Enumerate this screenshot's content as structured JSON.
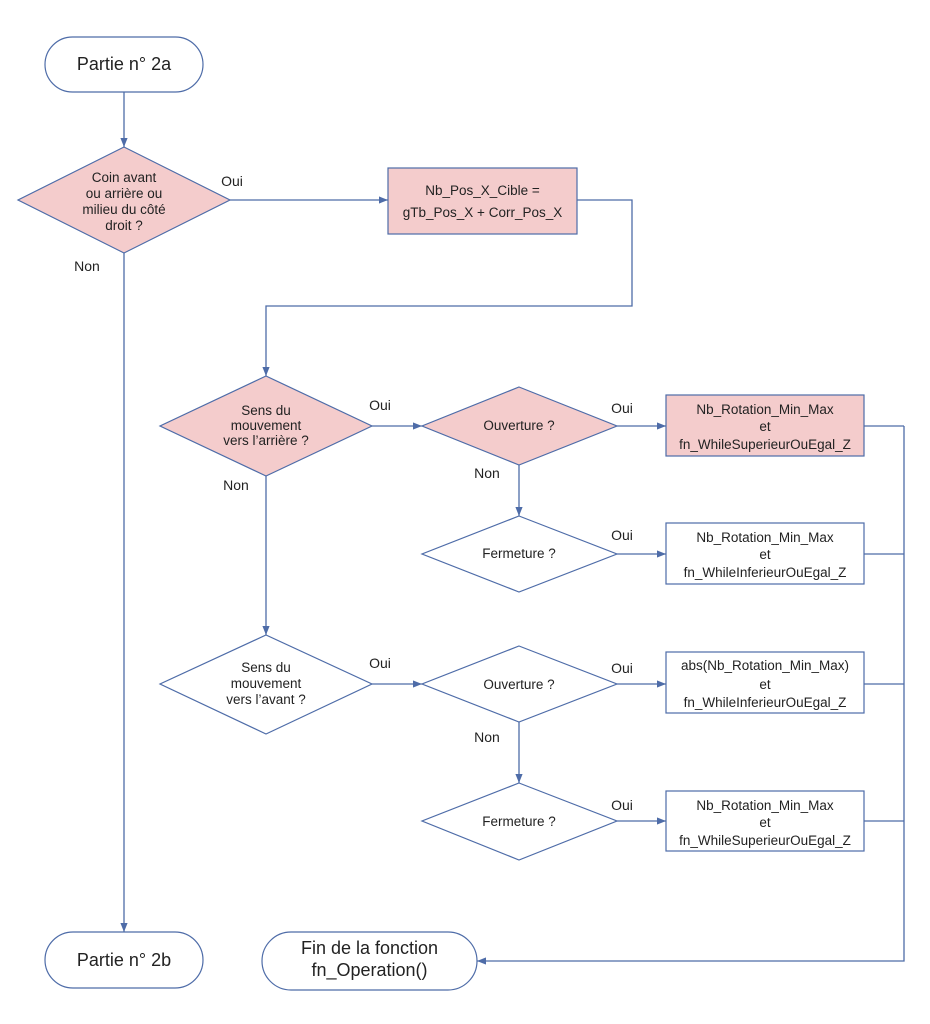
{
  "colors": {
    "line": "#4e6ca8",
    "border": "#4e6ca8",
    "highlight_fill": "#f4cccc",
    "default_fill": "#ffffff",
    "text": "#222222"
  },
  "nodes": {
    "start": {
      "highlighted": false,
      "lines": [
        "Partie n° 2a"
      ]
    },
    "coin": {
      "highlighted": true,
      "lines": [
        "Coin avant",
        "ou arrière ou",
        "milieu du côté",
        "droit ?"
      ]
    },
    "cible": {
      "highlighted": true,
      "lines": [
        "Nb_Pos_X_Cible =",
        "gTb_Pos_X + Corr_Pos_X"
      ]
    },
    "arriere": {
      "highlighted": true,
      "lines": [
        "Sens du",
        "mouvement",
        "vers l’arrière ?"
      ]
    },
    "arriere_ouverture": {
      "highlighted": true,
      "lines": [
        "Ouverture ?"
      ]
    },
    "arriere_ouverture_action": {
      "highlighted": true,
      "lines": [
        "Nb_Rotation_Min_Max",
        "et",
        "fn_WhileSuperieurOuEgal_Z"
      ]
    },
    "arriere_fermeture": {
      "highlighted": false,
      "lines": [
        "Fermeture ?"
      ]
    },
    "arriere_fermeture_action": {
      "highlighted": false,
      "lines": [
        "Nb_Rotation_Min_Max",
        "et",
        "fn_WhileInferieurOuEgal_Z"
      ]
    },
    "avant": {
      "highlighted": false,
      "lines": [
        "Sens du",
        "mouvement",
        "vers l’avant ?"
      ]
    },
    "avant_ouverture": {
      "highlighted": false,
      "lines": [
        "Ouverture ?"
      ]
    },
    "avant_ouverture_action": {
      "highlighted": false,
      "lines": [
        "abs(Nb_Rotation_Min_Max)",
        "et",
        "fn_WhileInferieurOuEgal_Z"
      ]
    },
    "avant_fermeture": {
      "highlighted": false,
      "lines": [
        "Fermeture ?"
      ]
    },
    "avant_fermeture_action": {
      "highlighted": false,
      "lines": [
        "Nb_Rotation_Min_Max",
        "et",
        "fn_WhileSuperieurOuEgal_Z"
      ]
    },
    "partie_2b": {
      "highlighted": false,
      "lines": [
        "Partie n° 2b"
      ]
    },
    "fin": {
      "highlighted": false,
      "lines": [
        "Fin de la fonction",
        "fn_Operation()"
      ]
    }
  },
  "edge_labels": {
    "coin_oui": "Oui",
    "coin_non": "Non",
    "arriere_oui": "Oui",
    "arriere_non": "Non",
    "arriere_ouverture_oui": "Oui",
    "arriere_ouverture_non": "Non",
    "arriere_fermeture_oui": "Oui",
    "avant_oui": "Oui",
    "avant_ouverture_oui": "Oui",
    "avant_ouverture_non": "Non",
    "avant_fermeture_oui": "Oui"
  }
}
